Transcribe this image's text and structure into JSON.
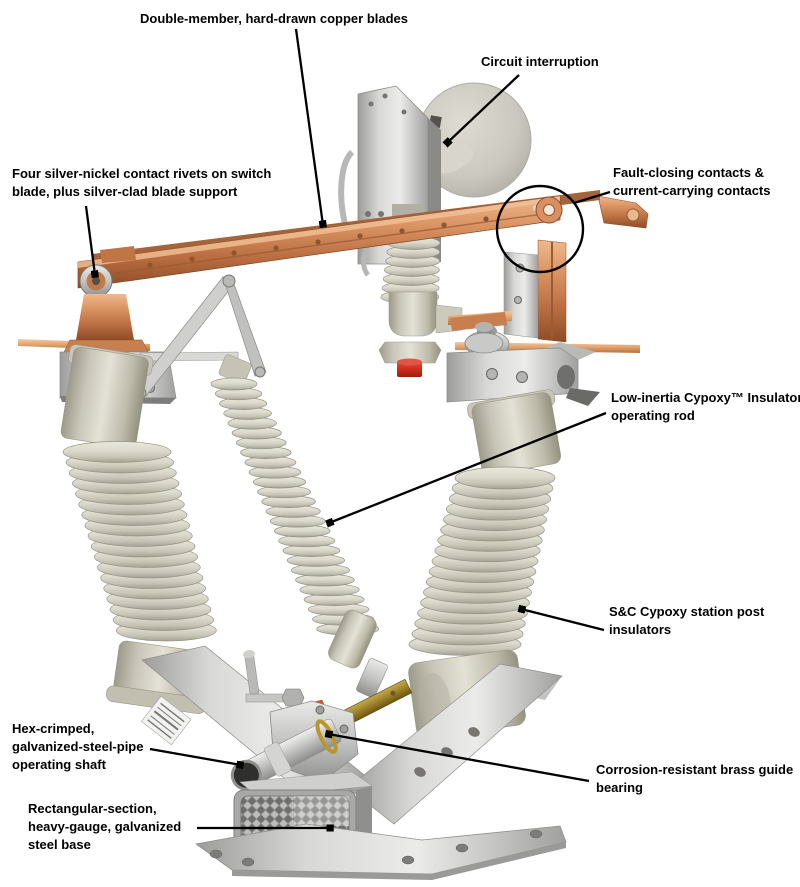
{
  "labels": [
    {
      "id": "copper-blades",
      "lines": [
        "Double-member, hard-drawn copper blades"
      ]
    },
    {
      "id": "circuit-interruption",
      "lines": [
        "Circuit interruption"
      ]
    },
    {
      "id": "contact-rivets",
      "lines": [
        "Four silver-nickel contact rivets on switch",
        "blade, plus silver-clad blade support"
      ]
    },
    {
      "id": "fault-closing-contacts",
      "lines": [
        "Fault-closing contacts &",
        "current-carrying contacts"
      ]
    },
    {
      "id": "operating-rod",
      "lines": [
        "Low-inertia Cypoxy™ Insulator",
        "operating rod"
      ]
    },
    {
      "id": "station-post-insulators",
      "lines": [
        "S&C Cypoxy station post",
        "insulators"
      ]
    },
    {
      "id": "operating-shaft",
      "lines": [
        "Hex-crimped,",
        "galvanized-steel-pipe",
        "operating shaft"
      ]
    },
    {
      "id": "brass-guide-bearing",
      "lines": [
        "Corrosion-resistant brass guide",
        "bearing"
      ]
    },
    {
      "id": "steel-base",
      "lines": [
        "Rectangular-section,",
        "heavy-gauge, galvanized",
        "steel base"
      ]
    }
  ],
  "colors": {
    "background": "#ffffff",
    "label_text": "#000000",
    "leader_line": "#000000",
    "copper": "#c98050",
    "steel_galvanized": "#c6c6c4",
    "insulator_gray": "#d8d5ca",
    "brass": "#a98f35",
    "accent_red": "#cf2d1b",
    "accent_orange": "#d2572a"
  }
}
